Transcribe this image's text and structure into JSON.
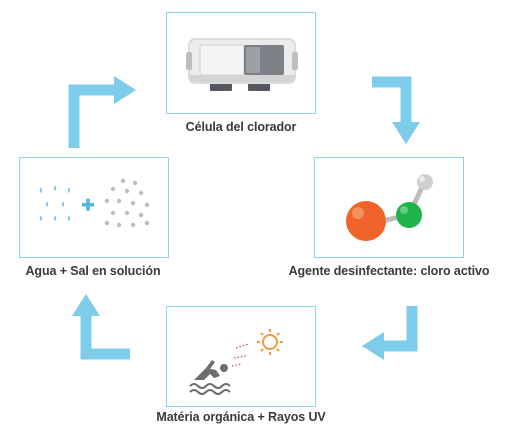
{
  "diagram": {
    "title": "",
    "colors": {
      "panel_border": "#8fd4ea",
      "arrow": "#7dccea",
      "caption_text": "#3a3a3a",
      "chlorine_green": "#22b24c",
      "oxygen_orange": "#f0642a",
      "hydrogen_grey": "#c9c9c9",
      "sun_orange": "#f39a3b",
      "water_blue": "#6fc4e6",
      "salt_grey": "#bdbdbd"
    },
    "stages": [
      {
        "id": "chlorinator-cell",
        "caption": "Célula del clorador",
        "icon": "chlorinator-cell-icon"
      },
      {
        "id": "disinfectant",
        "caption": "Agente desinfectante: cloro activo",
        "icon": "hypochlorous-molecule-icon"
      },
      {
        "id": "organic-uv",
        "caption": "Matéria orgánica + Rayos UV",
        "icon": "swimmer-and-sun-icon"
      },
      {
        "id": "water-salt",
        "caption": "Agua + Sal en solución",
        "icon": "water-plus-salt-icon"
      }
    ],
    "flow": [
      "chlorinator-cell",
      "disinfectant",
      "organic-uv",
      "water-salt",
      "chlorinator-cell"
    ]
  }
}
